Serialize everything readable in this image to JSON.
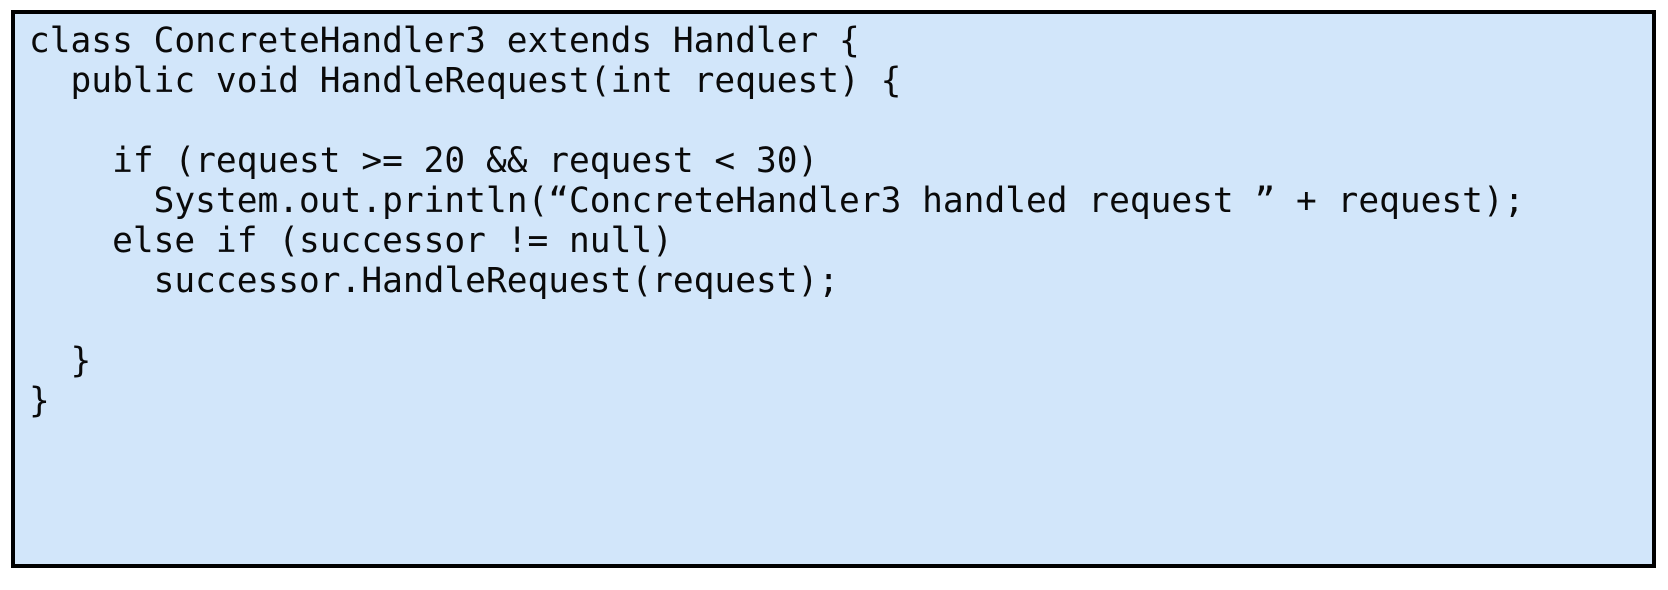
{
  "slide": {
    "background_color": "#ffffff"
  },
  "code_box": {
    "background_color": "#d2e6fa",
    "border_color": "#000000",
    "text_color": "#0a0a0a",
    "language": "java",
    "lines": [
      "class ConcreteHandler3 extends Handler {",
      "  public void HandleRequest(int request) {",
      "",
      "    if (request >= 20 && request < 30)",
      "      System.out.println(“ConcreteHandler3 handled request ” + request);",
      "    else if (successor != null)",
      "      successor.HandleRequest(request);",
      "",
      "  }",
      "}"
    ]
  }
}
